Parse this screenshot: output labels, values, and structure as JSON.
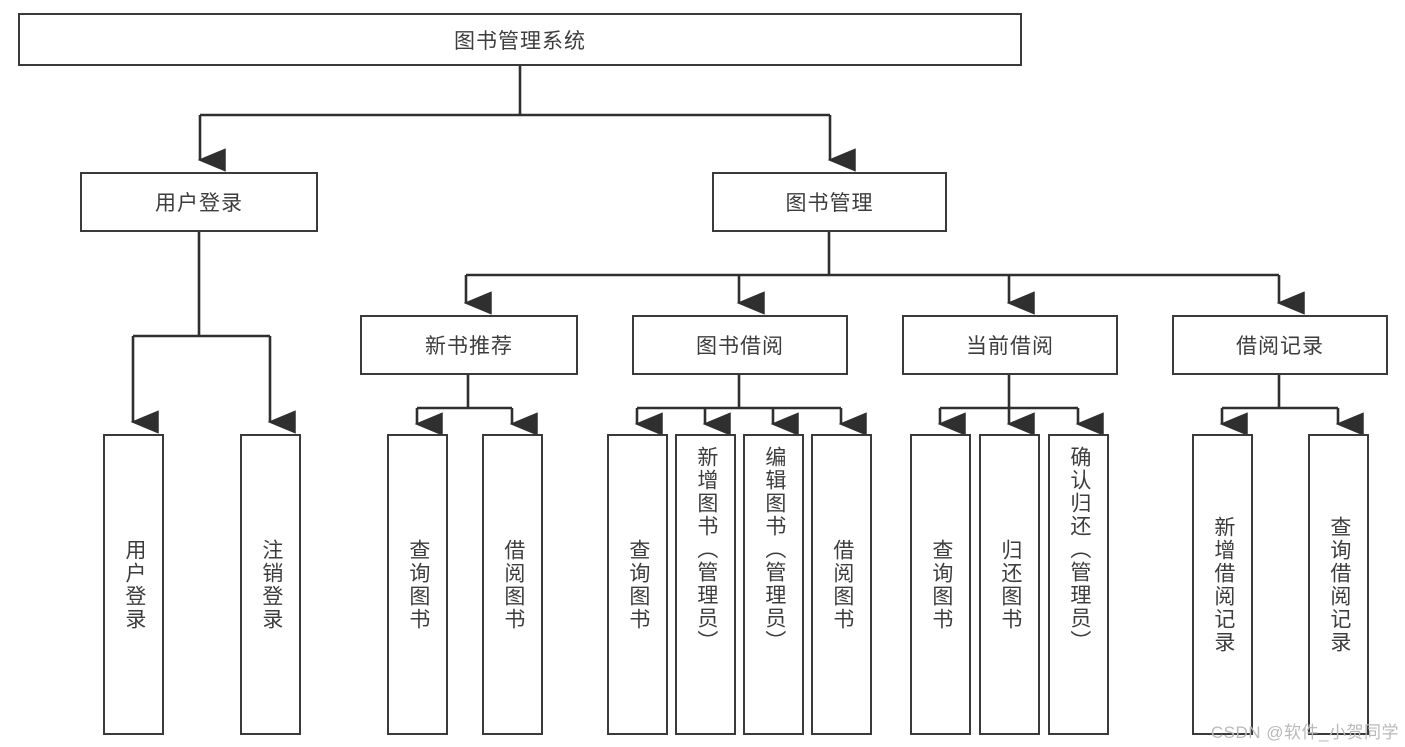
{
  "diagram": {
    "title": "图书管理系统",
    "type": "tree-hierarchy",
    "watermark": "CSDN @软件_小贺同学",
    "colors": {
      "background": "#ffffff",
      "border": "#3a3a3a",
      "text": "#3d3d3d",
      "edge": "#2f2f2f",
      "watermark": "#b9b9b9"
    }
  },
  "nodes": {
    "root": {
      "label": "图书管理系统",
      "level": 0
    },
    "level1": [
      {
        "id": "user-login",
        "label": "用户登录"
      },
      {
        "id": "book-manage",
        "label": "图书管理"
      }
    ],
    "level2": [
      {
        "id": "new-book-recommend",
        "label": "新书推荐",
        "parent": "book-manage"
      },
      {
        "id": "book-borrow",
        "label": "图书借阅",
        "parent": "book-manage"
      },
      {
        "id": "current-borrow",
        "label": "当前借阅",
        "parent": "book-manage"
      },
      {
        "id": "borrow-record",
        "label": "借阅记录",
        "parent": "book-manage"
      }
    ],
    "leaves": [
      {
        "id": "leaf-user-login",
        "label": "用户登录",
        "parent": "user-login"
      },
      {
        "id": "leaf-logout-login",
        "label": "注销登录",
        "parent": "user-login"
      },
      {
        "id": "leaf-query-book-1",
        "label": "查询图书",
        "parent": "new-book-recommend"
      },
      {
        "id": "leaf-borrow-book-1",
        "label": "借阅图书",
        "parent": "new-book-recommend"
      },
      {
        "id": "leaf-query-book-2",
        "label": "查询图书",
        "parent": "book-borrow"
      },
      {
        "id": "leaf-add-book",
        "label": "新增图书（管理员）",
        "parent": "book-borrow"
      },
      {
        "id": "leaf-edit-book",
        "label": "编辑图书（管理员）",
        "parent": "book-borrow"
      },
      {
        "id": "leaf-borrow-book-2",
        "label": "借阅图书",
        "parent": "book-borrow"
      },
      {
        "id": "leaf-query-book-3",
        "label": "查询图书",
        "parent": "current-borrow"
      },
      {
        "id": "leaf-return-book",
        "label": "归还图书",
        "parent": "current-borrow"
      },
      {
        "id": "leaf-confirm-return",
        "label": "确认归还（管理员）",
        "parent": "current-borrow"
      },
      {
        "id": "leaf-add-record",
        "label": "新增借阅记录",
        "parent": "borrow-record"
      },
      {
        "id": "leaf-query-record",
        "label": "查询借阅记录",
        "parent": "borrow-record"
      }
    ]
  }
}
